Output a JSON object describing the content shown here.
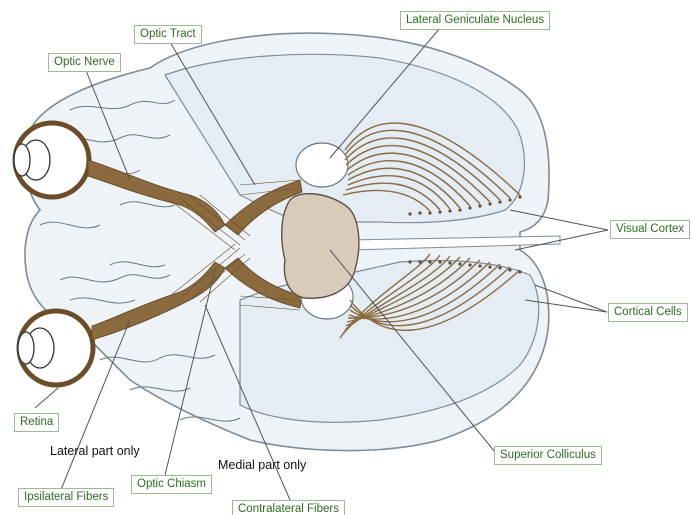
{
  "labels": {
    "optic_tract": "Optic Tract",
    "lateral_geniculate_nucleus": "Lateral Geniculate Nucleus",
    "optic_nerve": "Optic Nerve",
    "visual_cortex": "Visual Cortex",
    "cortical_cells": "Cortical Cells",
    "retina": "Retina",
    "superior_colliculus": "Superior Colliculus",
    "optic_chiasm": "Optic Chiasm",
    "ipsilateral_fibers": "Ipsilateral Fibers",
    "contralateral_fibers": "Contralateral Fibers"
  },
  "notes": {
    "lateral_part_only": "Lateral part only",
    "medial_part_only": "Medial part only"
  },
  "colors": {
    "label_text": "#2e6b22",
    "label_border": "#9fb996",
    "brain_fill": "#e6eef5",
    "brain_outline": "#8a9aa8",
    "fiber": "#8b6a3e",
    "colliculus_fill": "#d9cbb9",
    "leader_line": "#555555"
  }
}
